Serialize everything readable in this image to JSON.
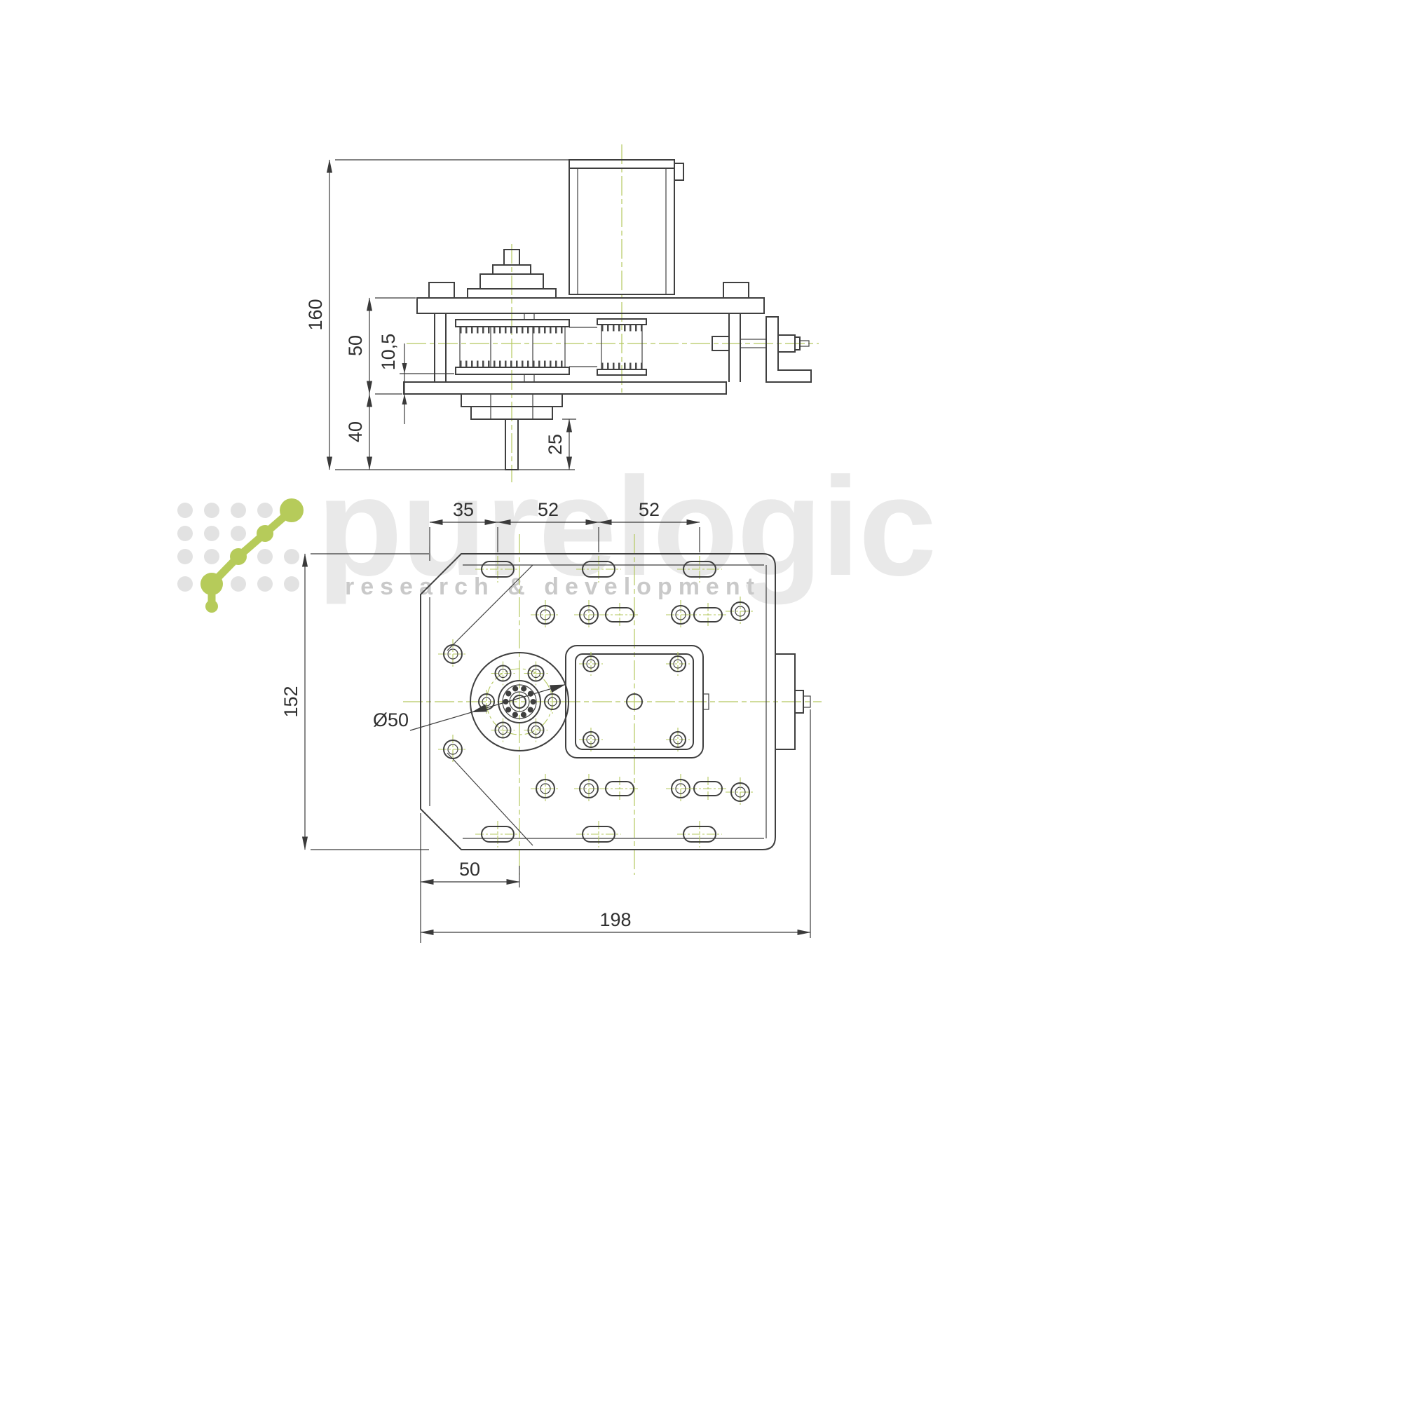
{
  "watermark": {
    "brand": "purelogic",
    "tagline": "research & development",
    "accent_green": "#b6cb5a",
    "text_gray": "#e9e9e9"
  },
  "drawing": {
    "type": "mechanical-2-view-drawing",
    "subject": "gearbox / motor bracket assembly",
    "colors": {
      "object_line": "#3f3f3f",
      "centerline": "#b4c85f",
      "dimension_line": "#3a3a3a"
    },
    "dims": {
      "d160": "160",
      "d50_side": "50",
      "d10_5": "10,5",
      "d40": "40",
      "d25": "25",
      "d35": "35",
      "d52_left": "52",
      "d52_right": "52",
      "d152": "152",
      "dia50": "Ø50",
      "d50_plan": "50",
      "d198": "198"
    }
  }
}
